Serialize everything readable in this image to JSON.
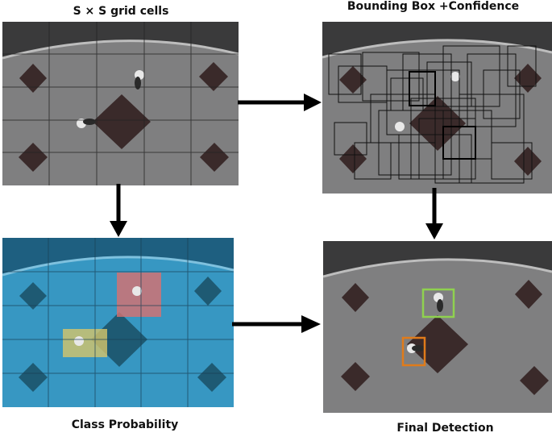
{
  "panels": {
    "grid": {
      "title": "S × S grid cells"
    },
    "bbox": {
      "title": "Bounding Box +Confidence"
    },
    "class_prob": {
      "title": "Class Probability",
      "overlay_color": "#3aa6d0",
      "region_colors": [
        "#d9706f",
        "#d6c66a"
      ]
    },
    "final": {
      "title": "Final Detection",
      "box_colors": [
        "#8fd14f",
        "#e07b1a"
      ]
    }
  }
}
